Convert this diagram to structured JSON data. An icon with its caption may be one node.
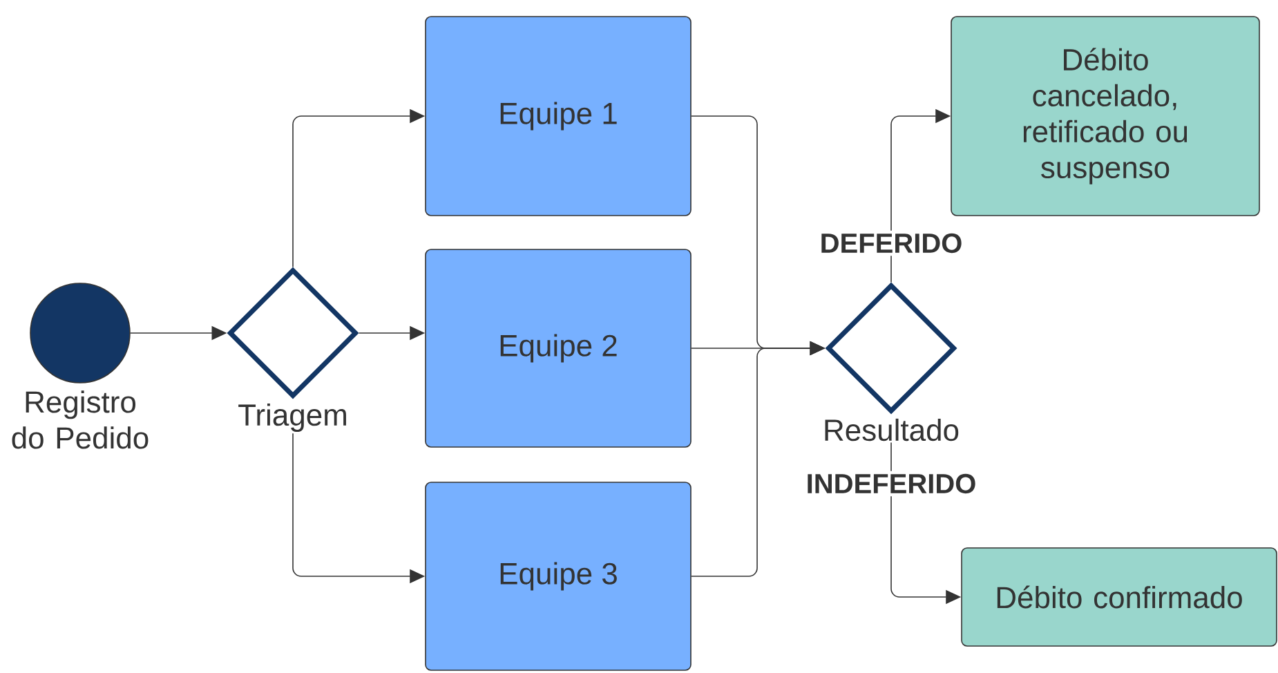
{
  "diagram": {
    "nodes": [
      {
        "text": [
          "Registro do Pedido"
        ]
      },
      {
        "text": [
          "Triagem"
        ]
      },
      {
        "text": [
          "Equipe 1"
        ]
      },
      {
        "text": [
          "Equipe 2"
        ]
      },
      {
        "text": [
          "Equipe 3"
        ]
      },
      {
        "text": [
          "Resultado"
        ]
      },
      {
        "text": [
          "Débito cancelado, retificado ou suspenso"
        ]
      },
      {
        "text": [
          "Débito confirmado"
        ]
      }
    ],
    "edges": [
      {
        "from": 0,
        "to": 1,
        "arrow": "to"
      },
      {
        "from": 1,
        "to": 2,
        "arrow": "to"
      },
      {
        "from": 1,
        "to": 3,
        "arrow": "to"
      },
      {
        "from": 1,
        "to": 4,
        "arrow": "to"
      },
      {
        "from": 2,
        "to": 5,
        "arrow": "to"
      },
      {
        "from": 3,
        "to": 5,
        "arrow": "to"
      },
      {
        "from": 4,
        "to": 5,
        "arrow": "to"
      },
      {
        "from": 5,
        "to": 6,
        "arrow": "to",
        "label": "DEFERIDO"
      },
      {
        "from": 5,
        "to": 7,
        "arrow": "to",
        "label": "INDEFERIDO"
      }
    ]
  }
}
